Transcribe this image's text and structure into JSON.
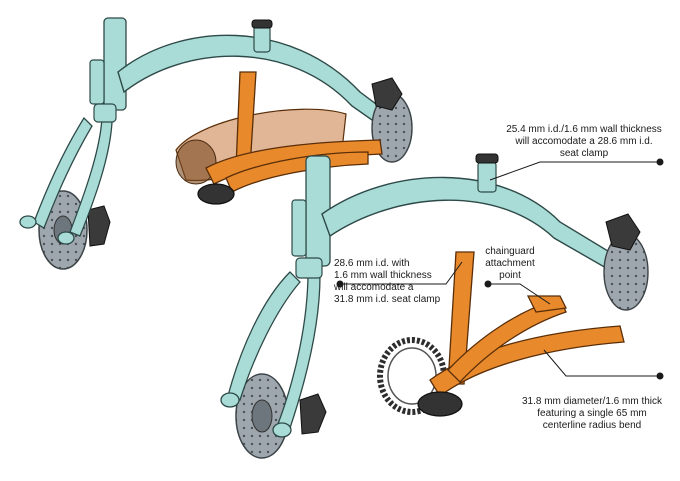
{
  "callouts": {
    "seat_clamp_top": "25.4 mm i.d./1.6 mm wall thickness\nwill accomodate a 28.6 mm i.d.\nseat clamp",
    "chainguard": "chainguard\nattachment\npoint",
    "seat_tube": "28.6 mm i.d. with\n1.6 mm wall thickness\nwill accomodate a\n31.8 mm i.d. seat clamp",
    "chainstay": "31.8 mm diameter/1.6 mm thick\nfeaturing a single 65 mm\ncenterline radius bend"
  },
  "colors": {
    "frame_tube": "#a9dcd6",
    "frame_outline": "#2e4a48",
    "swingarm": "#e8892b",
    "swingarm_outline": "#5a2e08",
    "chainguard": "#c97a40",
    "disc": "#9aa3aa",
    "caliper": "#3a3a3a",
    "callout_text": "#1a1a1a"
  },
  "icons": {
    "leader_dot": "filled-circle"
  }
}
